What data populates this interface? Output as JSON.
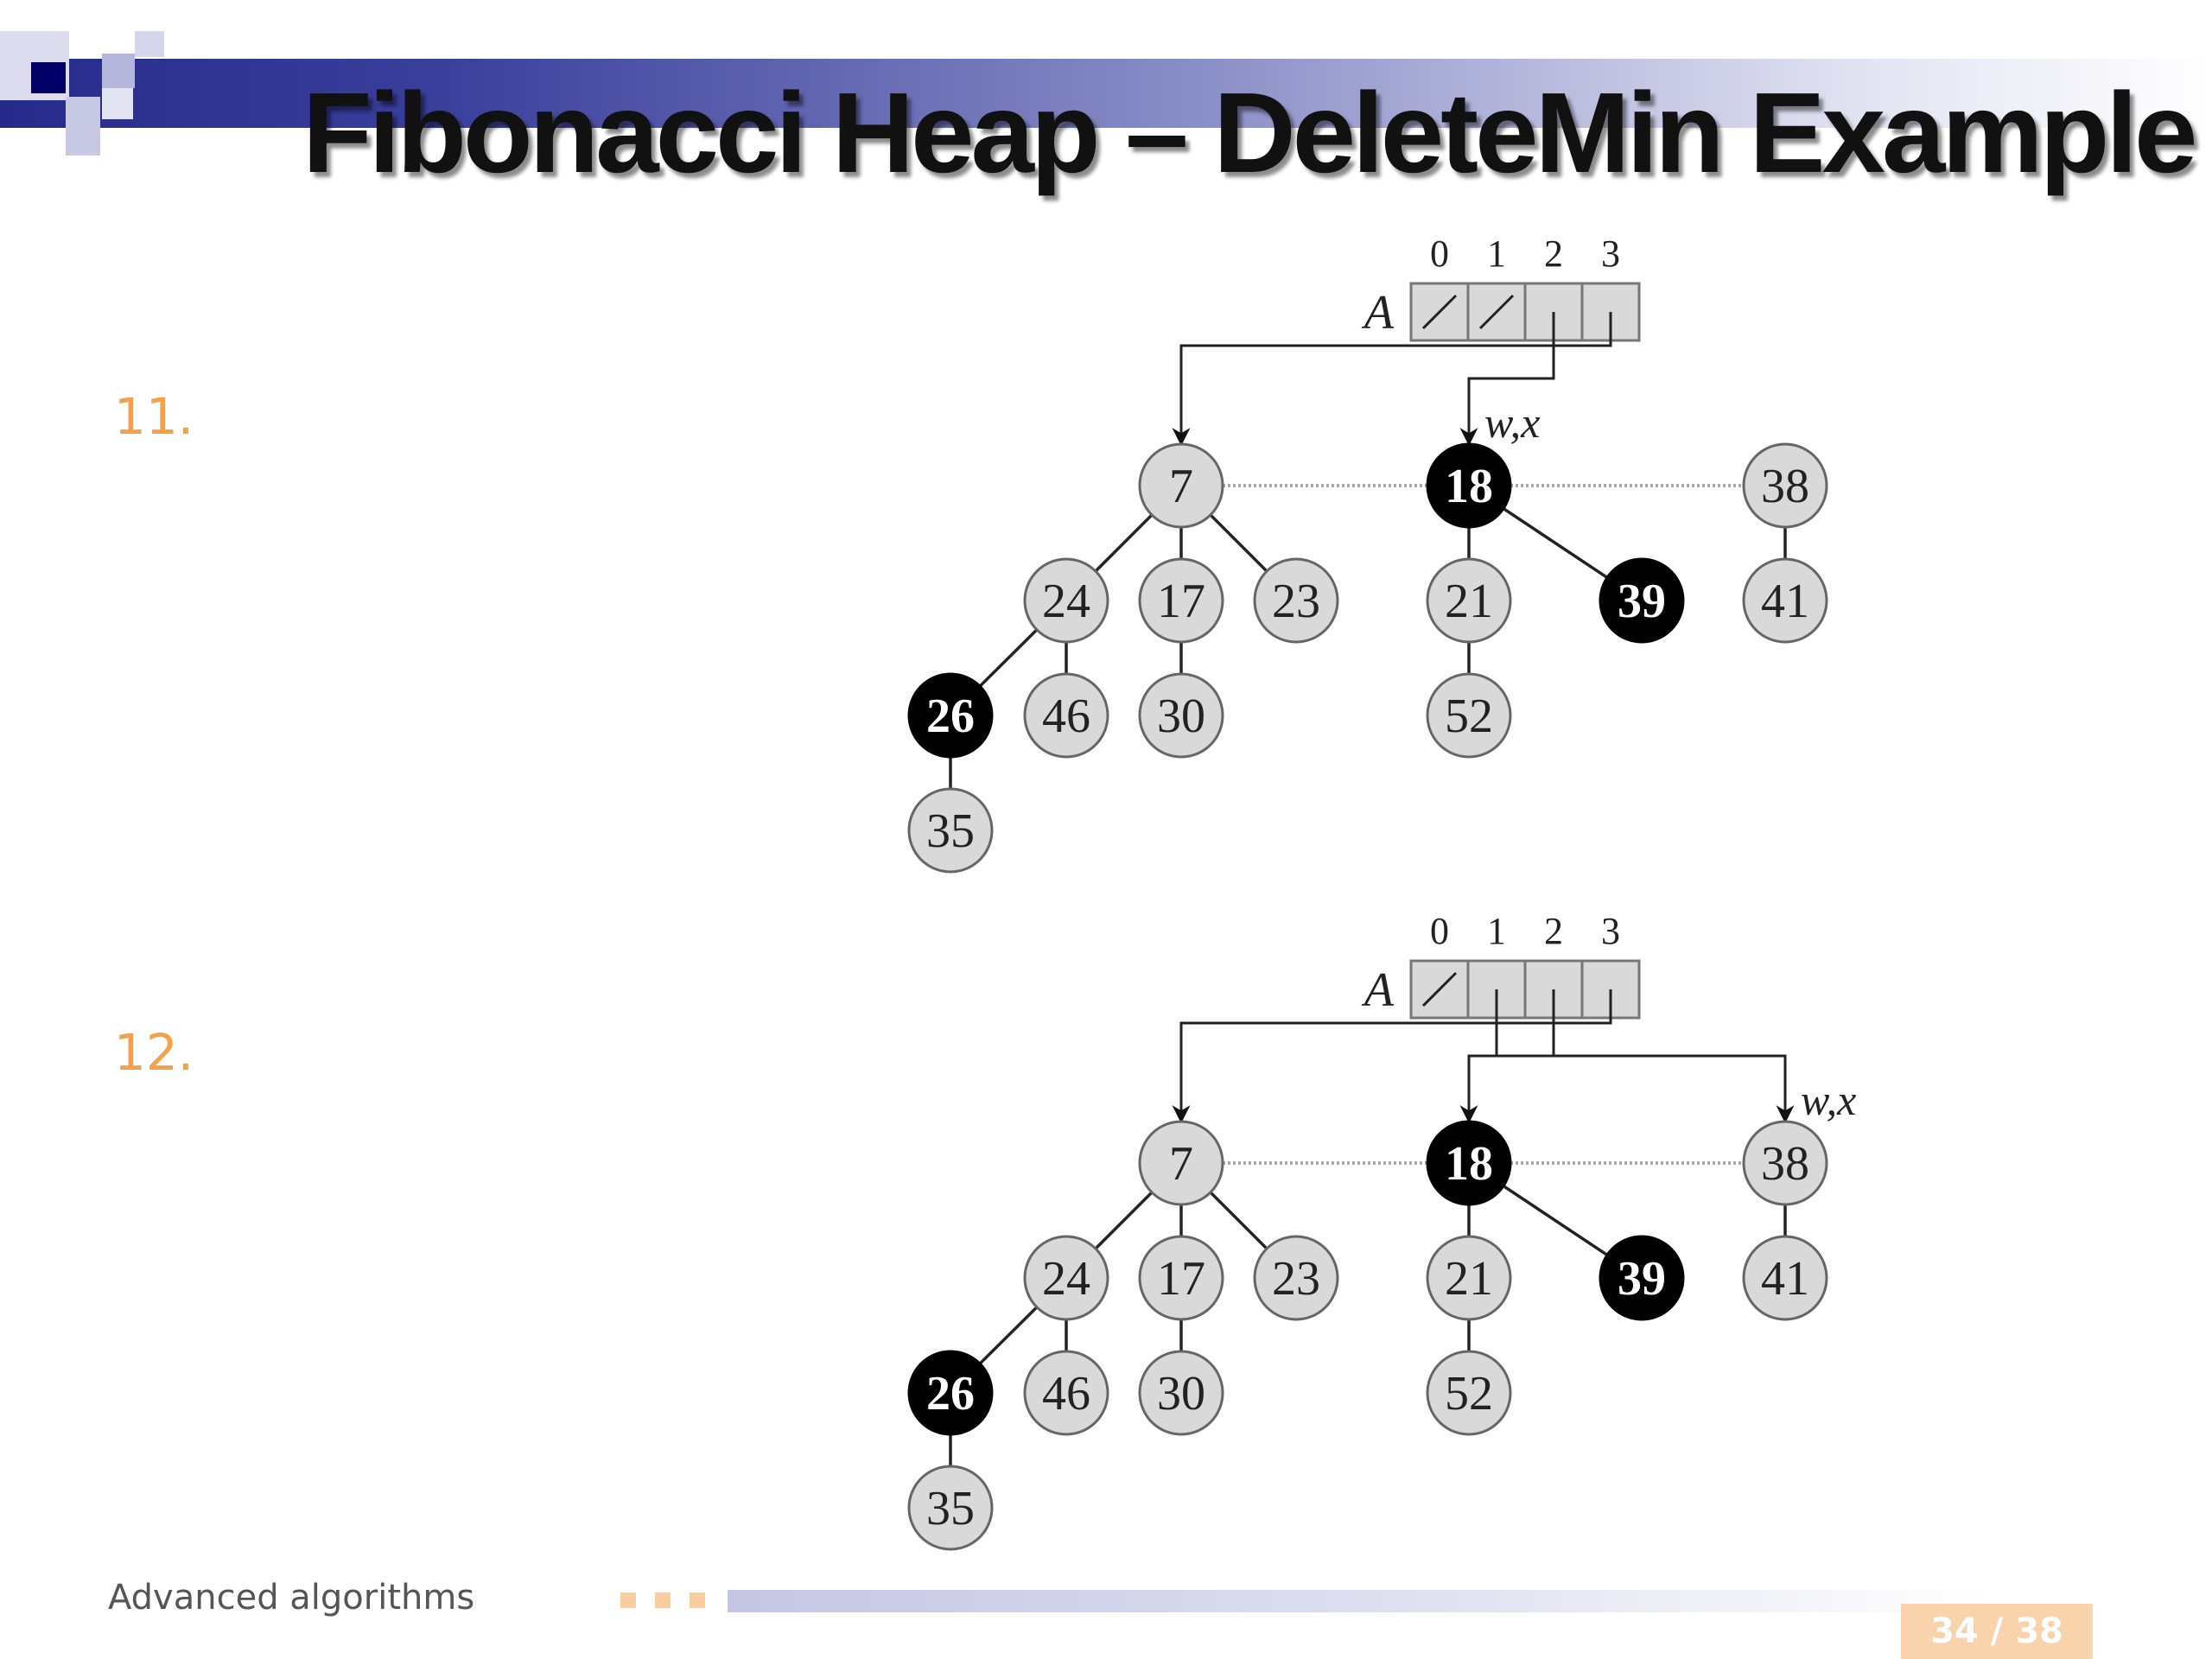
{
  "slide": {
    "title": "Fibonacci Heap – DeleteMin Example",
    "footer_text": "Advanced algorithms",
    "page_indicator": "34 / 38",
    "accent_colors": {
      "title_bar": "#262a8a",
      "step_number": "#f5a04a",
      "footer_orange": "#f8cda0",
      "marked_node": "#000000",
      "node_fill": "#d9d9d9"
    }
  },
  "steps": [
    {
      "label": "11.",
      "array": {
        "name": "A",
        "indices": [
          "0",
          "1",
          "2",
          "3"
        ],
        "null_cells": [
          0,
          1
        ],
        "pointers": [
          {
            "from_index": 2,
            "to": "18"
          },
          {
            "from_index": 3,
            "to": "7"
          }
        ]
      },
      "pointer_label": "w,x",
      "pointer_target": "18",
      "nodes": [
        {
          "key": "7",
          "marked": false
        },
        {
          "key": "18",
          "marked": true
        },
        {
          "key": "38",
          "marked": false
        },
        {
          "key": "24",
          "marked": false
        },
        {
          "key": "17",
          "marked": false
        },
        {
          "key": "23",
          "marked": false
        },
        {
          "key": "21",
          "marked": false
        },
        {
          "key": "39",
          "marked": true
        },
        {
          "key": "41",
          "marked": false
        },
        {
          "key": "26",
          "marked": true
        },
        {
          "key": "46",
          "marked": false
        },
        {
          "key": "30",
          "marked": false
        },
        {
          "key": "52",
          "marked": false
        },
        {
          "key": "35",
          "marked": false
        }
      ],
      "root_list": [
        "7",
        "18",
        "38"
      ],
      "edges": [
        [
          "7",
          "24"
        ],
        [
          "7",
          "17"
        ],
        [
          "7",
          "23"
        ],
        [
          "18",
          "21"
        ],
        [
          "18",
          "39"
        ],
        [
          "38",
          "41"
        ],
        [
          "24",
          "26"
        ],
        [
          "24",
          "46"
        ],
        [
          "17",
          "30"
        ],
        [
          "21",
          "52"
        ],
        [
          "26",
          "35"
        ]
      ]
    },
    {
      "label": "12.",
      "array": {
        "name": "A",
        "indices": [
          "0",
          "1",
          "2",
          "3"
        ],
        "null_cells": [
          0
        ],
        "pointers": [
          {
            "from_index": 1,
            "to": "38"
          },
          {
            "from_index": 2,
            "to": "18"
          },
          {
            "from_index": 3,
            "to": "7"
          }
        ]
      },
      "pointer_label": "w,x",
      "pointer_target": "38",
      "nodes": [
        {
          "key": "7",
          "marked": false
        },
        {
          "key": "18",
          "marked": true
        },
        {
          "key": "38",
          "marked": false
        },
        {
          "key": "24",
          "marked": false
        },
        {
          "key": "17",
          "marked": false
        },
        {
          "key": "23",
          "marked": false
        },
        {
          "key": "21",
          "marked": false
        },
        {
          "key": "39",
          "marked": true
        },
        {
          "key": "41",
          "marked": false
        },
        {
          "key": "26",
          "marked": true
        },
        {
          "key": "46",
          "marked": false
        },
        {
          "key": "30",
          "marked": false
        },
        {
          "key": "52",
          "marked": false
        },
        {
          "key": "35",
          "marked": false
        }
      ],
      "root_list": [
        "7",
        "18",
        "38"
      ],
      "edges": [
        [
          "7",
          "24"
        ],
        [
          "7",
          "17"
        ],
        [
          "7",
          "23"
        ],
        [
          "18",
          "21"
        ],
        [
          "18",
          "39"
        ],
        [
          "38",
          "41"
        ],
        [
          "24",
          "26"
        ],
        [
          "24",
          "46"
        ],
        [
          "17",
          "30"
        ],
        [
          "21",
          "52"
        ],
        [
          "26",
          "35"
        ]
      ]
    }
  ]
}
